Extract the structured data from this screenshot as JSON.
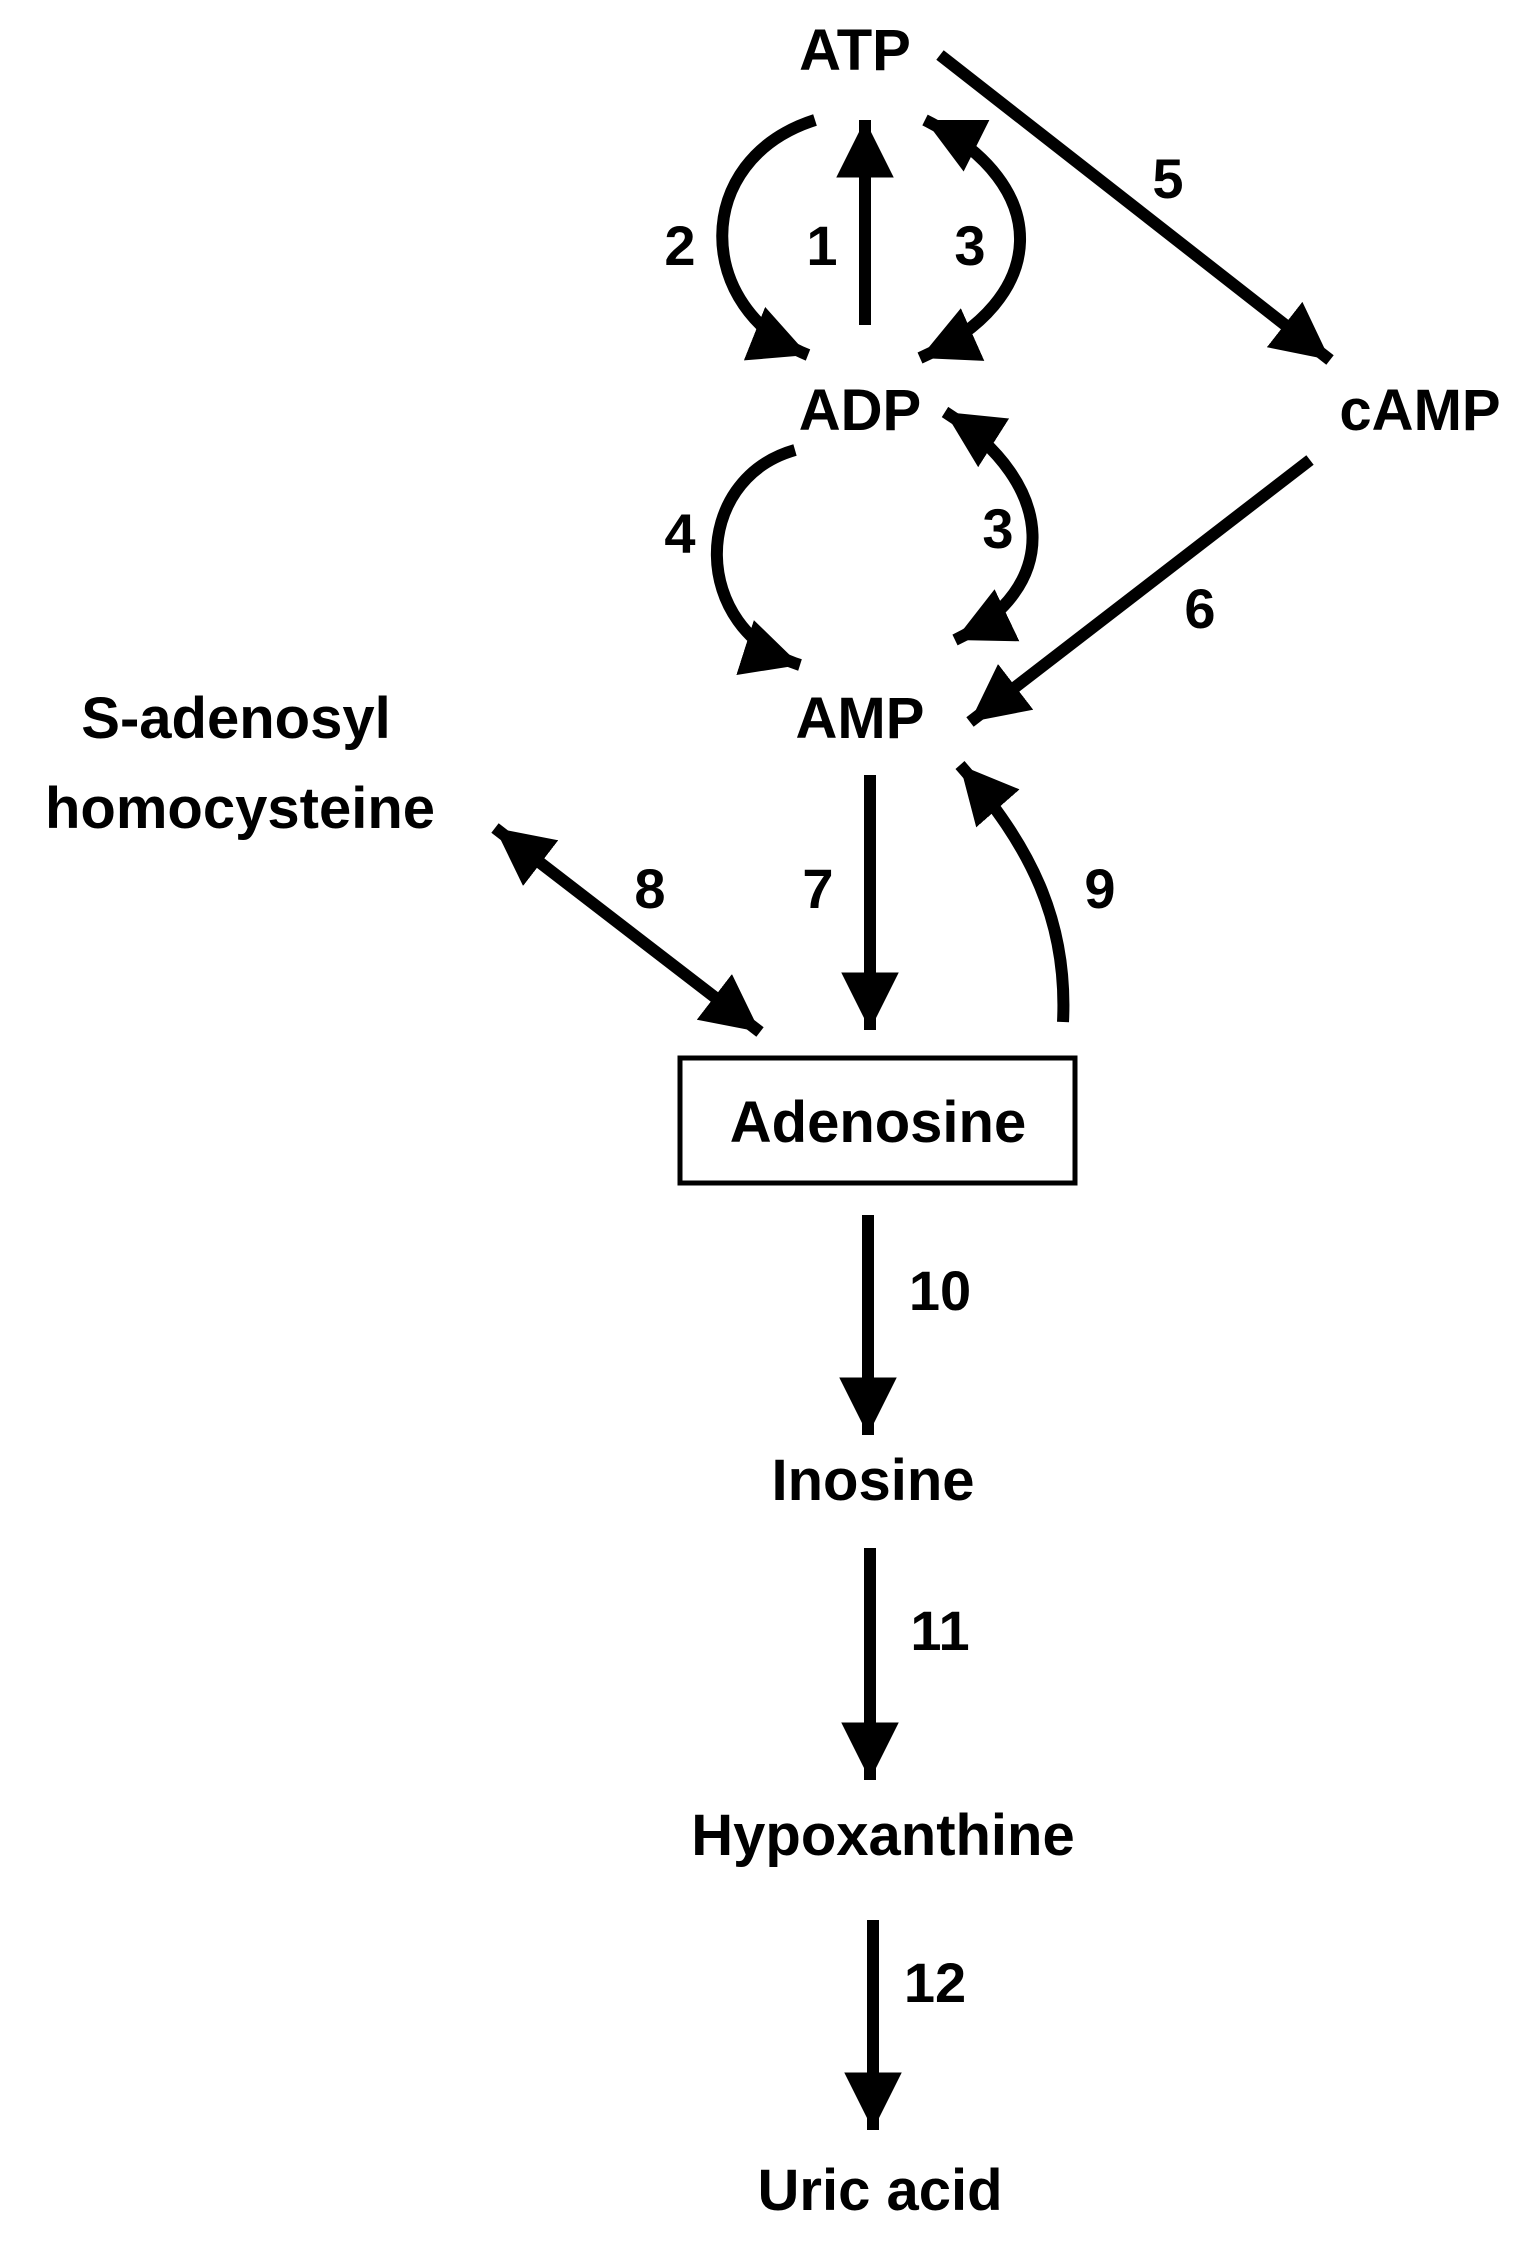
{
  "nodes": {
    "atp": "ATP",
    "adp": "ADP",
    "amp": "AMP",
    "camp": "cAMP",
    "sah_line1": "S-adenosyl",
    "sah_line2": "homocysteine",
    "adenosine": "Adenosine",
    "inosine": "Inosine",
    "hypoxanthine": "Hypoxanthine",
    "uric_acid": "Uric acid"
  },
  "steps": {
    "s1": "1",
    "s2": "2",
    "s3a": "3",
    "s3b": "3",
    "s4": "4",
    "s5": "5",
    "s6": "6",
    "s7": "7",
    "s8": "8",
    "s9": "9",
    "s10": "10",
    "s11": "11",
    "s12": "12"
  },
  "colors": {
    "ink": "#000000",
    "background": "#ffffff"
  }
}
